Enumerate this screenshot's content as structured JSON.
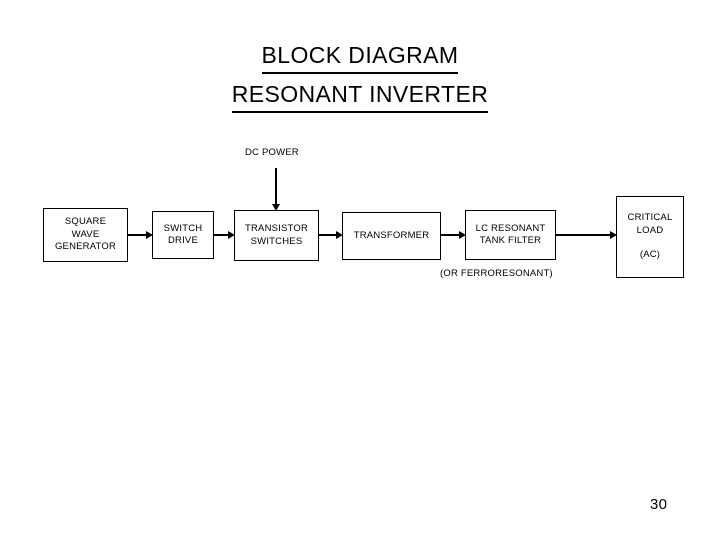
{
  "slide": {
    "title": {
      "line1": "BLOCK DIAGRAM",
      "line2": "RESONANT INVERTER"
    },
    "page_number": "30",
    "background_color": "#ffffff",
    "ink_color": "#000000"
  },
  "diagram": {
    "type": "block-diagram",
    "blocks": [
      {
        "id": "square-wave-generator",
        "lines": [
          "SQUARE",
          "WAVE",
          "GENERATOR"
        ]
      },
      {
        "id": "switch-drive",
        "lines": [
          "SWITCH",
          "DRIVE"
        ]
      },
      {
        "id": "transistor-switches",
        "lines": [
          "TRANSISTOR",
          "SWITCHES"
        ]
      },
      {
        "id": "transformer",
        "lines": [
          "TRANSFORMER"
        ]
      },
      {
        "id": "lc-resonant-tank-filter",
        "lines": [
          "LC RESONANT",
          "TANK FILTER"
        ]
      },
      {
        "id": "critical-load",
        "lines": [
          "CRITICAL",
          "LOAD"
        ],
        "sub_line": "(AC)"
      }
    ],
    "labels": {
      "dc_power": "DC POWER",
      "ferroresonant_note": "(OR FERRORESONANT)"
    },
    "connections": [
      {
        "from": "square-wave-generator",
        "to": "switch-drive",
        "direction": "right"
      },
      {
        "from": "switch-drive",
        "to": "transistor-switches",
        "direction": "right"
      },
      {
        "from": "transistor-switches",
        "to": "transformer",
        "direction": "right"
      },
      {
        "from": "transformer",
        "to": "lc-resonant-tank-filter",
        "direction": "right"
      },
      {
        "from": "lc-resonant-tank-filter",
        "to": "critical-load",
        "direction": "right"
      },
      {
        "from": "dc-power",
        "to": "transistor-switches",
        "direction": "down"
      }
    ]
  }
}
